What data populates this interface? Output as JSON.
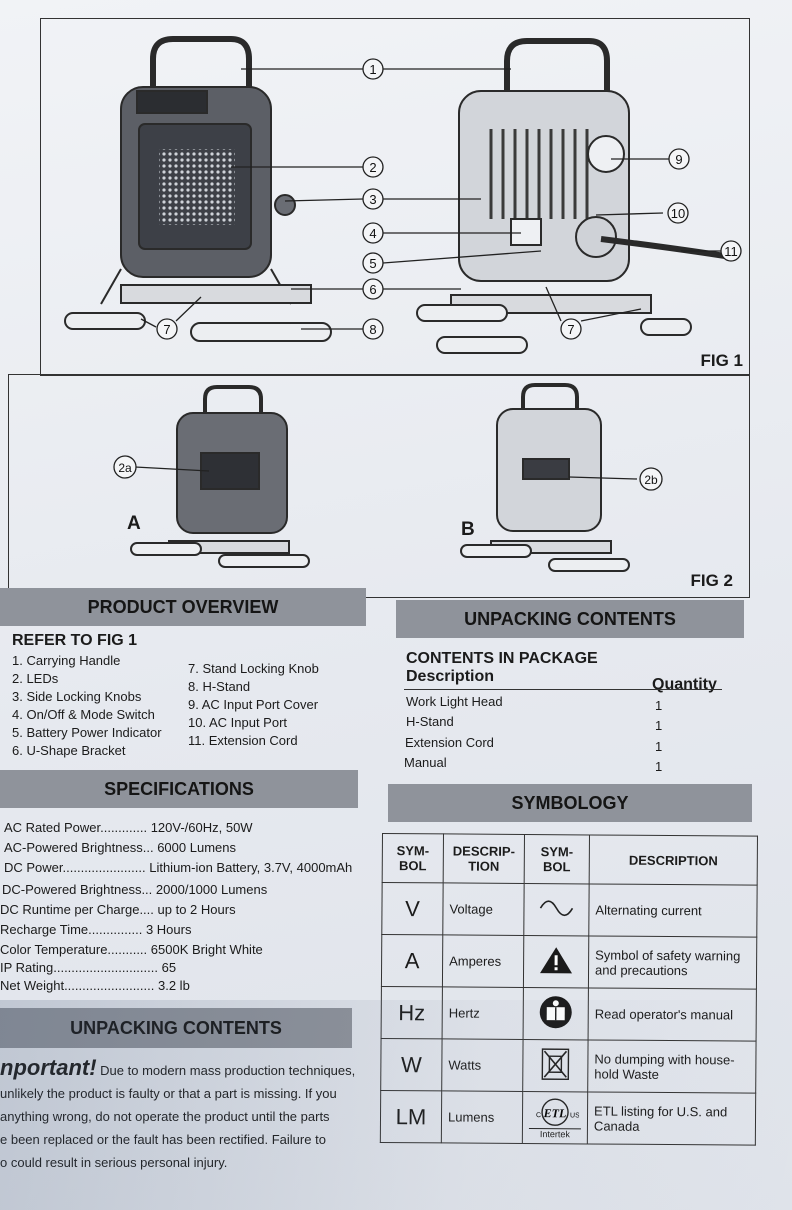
{
  "fig1": {
    "label": "FIG 1",
    "callouts": [
      "1",
      "2",
      "3",
      "4",
      "5",
      "6",
      "7",
      "8",
      "7",
      "9",
      "10",
      "11"
    ]
  },
  "fig2": {
    "label": "FIG 2",
    "variant_a": "A",
    "variant_b": "B",
    "callout_a": "2a",
    "callout_b": "2b"
  },
  "product_overview": {
    "heading": "PRODUCT OVERVIEW",
    "subheading": "REFER TO FIG 1",
    "items_left": [
      "1. Carrying Handle",
      "2. LEDs",
      "3. Side Locking Knobs",
      "4. On/Off & Mode Switch",
      "5. Battery Power Indicator",
      "6. U-Shape Bracket"
    ],
    "items_right": [
      "7. Stand Locking Knob",
      "8. H-Stand",
      "9. AC Input Port Cover",
      "10. AC Input Port",
      "11. Extension Cord"
    ]
  },
  "specifications": {
    "heading": "SPECIFICATIONS",
    "rows": [
      {
        "label": "AC Rated Power.............",
        "value": "120V-/60Hz, 50W"
      },
      {
        "label": "AC-Powered Brightness...",
        "value": "6000 Lumens"
      },
      {
        "label": "DC Power.......................",
        "value": "Lithium-ion Battery, 3.7V, 4000mAh"
      },
      {
        "label": "DC-Powered Brightness...",
        "value": "2000/1000 Lumens"
      },
      {
        "label": "DC Runtime per Charge....",
        "value": "up to 2 Hours"
      },
      {
        "label": "Recharge Time...............",
        "value": "3 Hours"
      },
      {
        "label": "Color Temperature...........",
        "value": "6500K Bright White"
      },
      {
        "label": "IP Rating.............................",
        "value": "65"
      },
      {
        "label": "Net Weight.........................",
        "value": "3.2 lb"
      }
    ]
  },
  "unpacking_left": {
    "heading": "UNPACKING CONTENTS",
    "important_label": "nportant!",
    "lines": [
      "Due to modern mass production techniques,",
      "unlikely the product is faulty or that a part is missing. If you",
      "anything wrong, do not operate the product until the parts",
      "e been replaced or the fault has been rectified. Failure to",
      "o could result in serious personal injury."
    ]
  },
  "unpacking_right": {
    "heading": "UNPACKING CONTENTS",
    "subheading": "CONTENTS IN PACKAGE",
    "col_description": "Description",
    "col_quantity": "Quantity",
    "rows": [
      {
        "item": "Work Light Head",
        "qty": "1"
      },
      {
        "item": "H-Stand",
        "qty": "1"
      },
      {
        "item": "Extension Cord",
        "qty": "1"
      },
      {
        "item": "Manual",
        "qty": "1"
      }
    ]
  },
  "symbology": {
    "heading": "SYMBOLOGY",
    "headers": [
      "SYM-\nBOL",
      "DESCRIP-\nTION",
      "SYM-\nBOL",
      "DESCRIPTION"
    ],
    "rows": [
      {
        "sym": "V",
        "desc": "Voltage",
        "icon": "alternating-current-icon",
        "desc2": "Alternating current"
      },
      {
        "sym": "A",
        "desc": "Amperes",
        "icon": "warning-triangle-icon",
        "desc2": "Symbol of safety warning and precautions"
      },
      {
        "sym": "Hz",
        "desc": "Hertz",
        "icon": "read-manual-icon",
        "desc2": "Read operator's manual"
      },
      {
        "sym": "W",
        "desc": "Watts",
        "icon": "crossed-bin-icon",
        "desc2": "No dumping with house-hold Waste"
      },
      {
        "sym": "LM",
        "desc": "Lumens",
        "icon": "etl-listing-icon",
        "desc2": "ETL listing for U.S. and Canada"
      }
    ],
    "etl_text": "Intertek",
    "etl_c": "C",
    "etl_us": "US"
  }
}
